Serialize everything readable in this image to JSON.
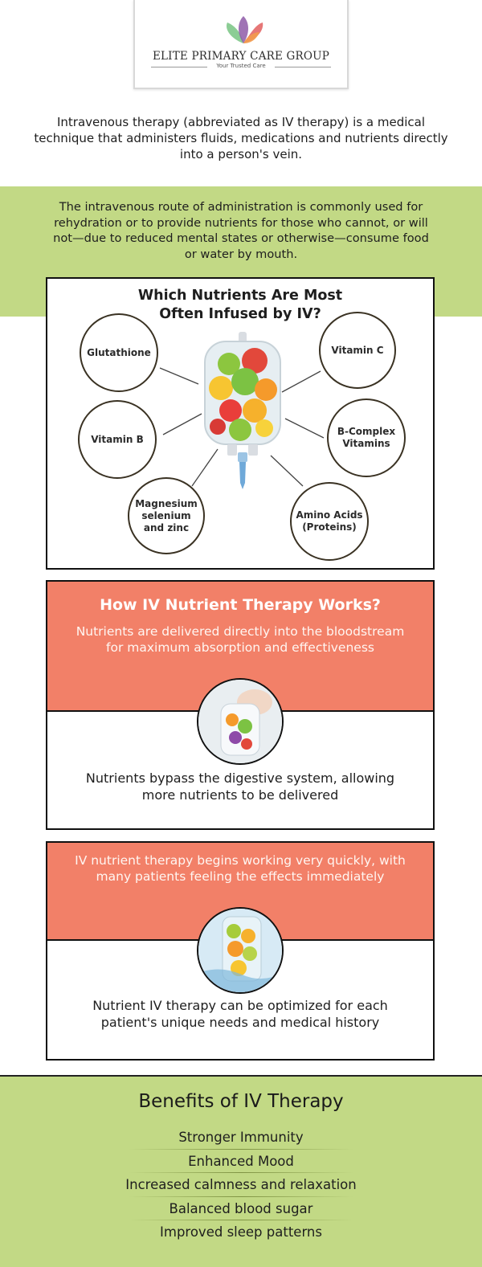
{
  "logo": {
    "title": "ELITE PRIMARY CARE GROUP",
    "tagline": "Your Trusted Care",
    "colors": {
      "green": "#7fc88a",
      "purple": "#8e5aa8",
      "red": "#e25f5f",
      "orange": "#f29b4c"
    }
  },
  "intro": {
    "text": "Intravenous therapy (abbreviated as IV therapy) is a medical technique that administers fluids, medications and nutrients directly into a person's vein."
  },
  "route": {
    "text": "The intravenous route of administration is commonly used for rehydration or to provide nutrients for those who cannot, or will not—due to reduced mental states or otherwise—consume food or water by mouth."
  },
  "nutrients": {
    "title_line1": "Which Nutrients Are Most",
    "title_line2": "Often Infused by IV?",
    "items": {
      "glutathione": "Glutathione",
      "vitamin_b": "Vitamin B",
      "magnesium_l1": "Magnesium",
      "magnesium_l2": "selenium",
      "magnesium_l3": "and zinc",
      "vitamin_c": "Vitamin C",
      "bcomplex_l1": "B-Complex",
      "bcomplex_l2": "Vitamins",
      "amino_l1": "Amino Acids",
      "amino_l2": "(Proteins)"
    }
  },
  "how": {
    "heading": "How IV Nutrient Therapy Works?",
    "card1_top": "Nutrients are delivered directly into the bloodstream for maximum absorption and effectiveness",
    "card1_bottom": "Nutrients bypass the digestive system, allowing more nutrients to be delivered",
    "card2_top": "IV nutrient therapy begins working very quickly, with many patients feeling the effects immediately",
    "card2_bottom": "Nutrient IV therapy can be optimized for each patient's unique needs and medical history"
  },
  "benefits": {
    "title": "Benefits of IV Therapy",
    "items": [
      "Stronger Immunity",
      "Enhanced Mood",
      "Increased calmness and relaxation",
      "Balanced blood sugar",
      "Improved sleep patterns"
    ]
  },
  "colors": {
    "green_band": "#c2d985",
    "coral": "#f28068",
    "border": "#111111"
  }
}
